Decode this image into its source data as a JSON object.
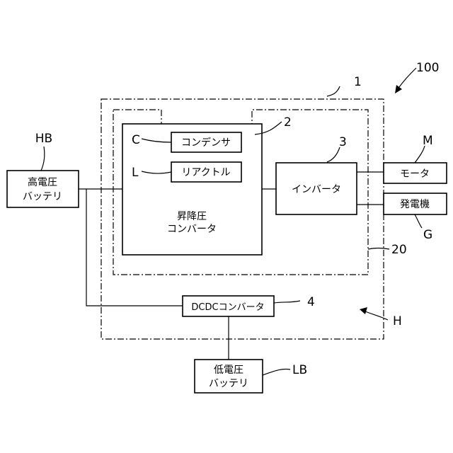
{
  "labels": {
    "ref_100": "100",
    "ref_1": "1",
    "ref_2": "2",
    "ref_3": "3",
    "ref_4": "4",
    "ref_20": "20",
    "ref_HB": "HB",
    "ref_LB": "LB",
    "ref_H": "H",
    "ref_M": "M",
    "ref_G": "G",
    "ref_C": "C",
    "ref_L": "L"
  },
  "blocks": {
    "high_voltage_battery": [
      "高電圧",
      "バッテリ"
    ],
    "low_voltage_battery": [
      "低電圧",
      "バッテリ"
    ],
    "capacitor": "コンデンサ",
    "reactor": "リアクトル",
    "boost_converter": [
      "昇降圧",
      "コンバータ"
    ],
    "inverter": "インバータ",
    "motor": "モータ",
    "generator": "発電機",
    "dcdc_converter": "DCDCコンバータ"
  }
}
